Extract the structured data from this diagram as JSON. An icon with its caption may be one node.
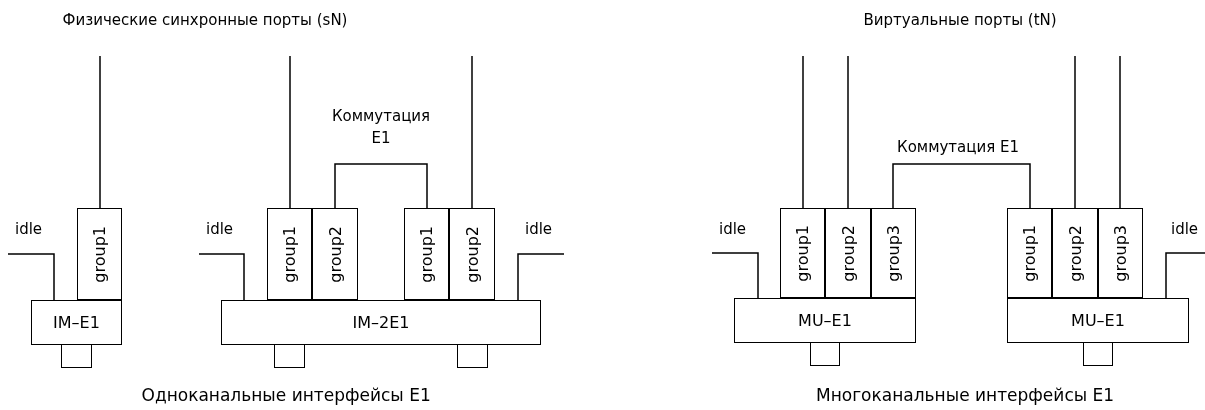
{
  "diagram": {
    "nodes": [
      {
        "text": [
          "group1"
        ]
      },
      {
        "text": [
          "IM–E1"
        ]
      },
      {
        "text": [],
        "shape": "box"
      },
      {
        "text": [
          "group1"
        ]
      },
      {
        "text": [
          "group2"
        ]
      },
      {
        "text": [
          "group1"
        ]
      },
      {
        "text": [
          "group2"
        ]
      },
      {
        "text": [
          "IM–2E1"
        ]
      },
      {
        "text": [],
        "shape": "box"
      },
      {
        "text": [],
        "shape": "box"
      },
      {
        "text": [
          "group1"
        ]
      },
      {
        "text": [
          "group2"
        ]
      },
      {
        "text": [
          "group3"
        ]
      },
      {
        "text": [
          "MU–E1"
        ]
      },
      {
        "text": [],
        "shape": "box"
      },
      {
        "text": [
          "group1"
        ]
      },
      {
        "text": [
          "group2"
        ]
      },
      {
        "text": [
          "group3"
        ]
      },
      {
        "text": [
          "MU–E1"
        ]
      },
      {
        "text": [],
        "shape": "box"
      }
    ],
    "edges": [
      {
        "from": 0,
        "to": null,
        "arrow": "none"
      },
      {
        "from": null,
        "to": 1,
        "arrow": "none",
        "label": "idle"
      },
      {
        "from": 3,
        "to": null,
        "arrow": "none"
      },
      {
        "from": 4,
        "to": 5,
        "arrow": "none",
        "label": "Коммутация E1"
      },
      {
        "from": 6,
        "to": null,
        "arrow": "none"
      },
      {
        "from": null,
        "to": 7,
        "arrow": "none",
        "label": "idle"
      },
      {
        "from": null,
        "to": 7,
        "arrow": "none",
        "label": "idle"
      },
      {
        "from": 10,
        "to": null,
        "arrow": "none"
      },
      {
        "from": 11,
        "to": null,
        "arrow": "none"
      },
      {
        "from": 12,
        "to": 15,
        "arrow": "none",
        "label": "Коммутация E1"
      },
      {
        "from": 16,
        "to": null,
        "arrow": "none"
      },
      {
        "from": 17,
        "to": null,
        "arrow": "none"
      },
      {
        "from": null,
        "to": 13,
        "arrow": "none",
        "label": "idle"
      },
      {
        "from": null,
        "to": 18,
        "arrow": "none",
        "label": "idle"
      }
    ],
    "labels": [
      "Физические синхронные порты (sN)",
      "Виртуальные порты (tN)",
      "Одноканальные интерфейсы E1",
      "Многоканальные интерфейсы E1"
    ]
  }
}
